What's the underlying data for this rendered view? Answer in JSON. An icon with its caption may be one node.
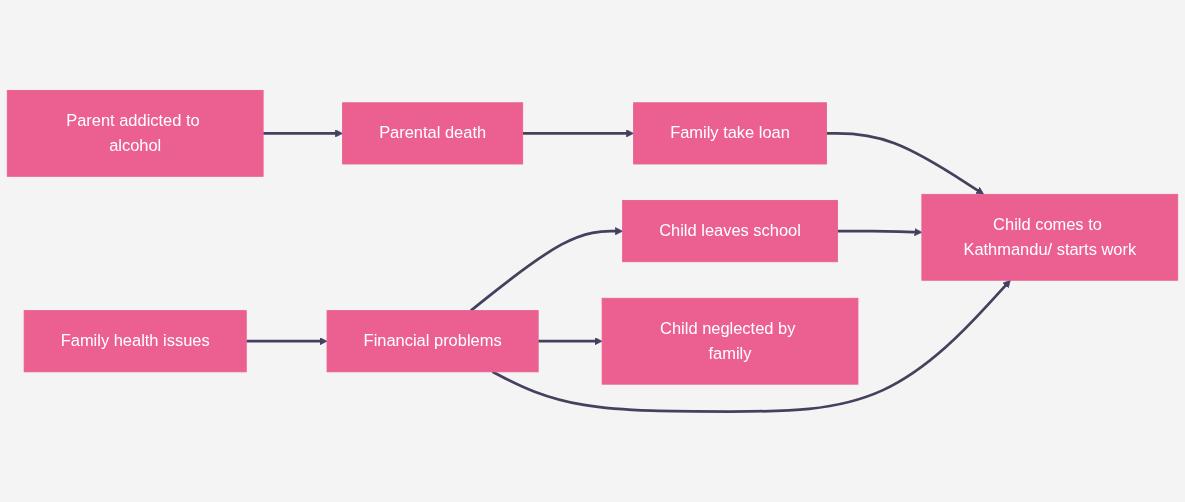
{
  "diagram": {
    "nodes": [
      {
        "text": [
          "Parent addicted to alcohol"
        ]
      },
      {
        "text": [
          "Parental death"
        ]
      },
      {
        "text": [
          "Family take loan"
        ]
      },
      {
        "text": [
          "Child leaves school"
        ]
      },
      {
        "text": [
          "Child neglected by family"
        ]
      },
      {
        "text": [
          "Family health issues"
        ]
      },
      {
        "text": [
          "Child comes to Kathmandu/ starts work"
        ]
      },
      {
        "text": [
          "Financial problems"
        ]
      }
    ],
    "edges": [
      {
        "from": 0,
        "to": 1,
        "arrow": "to"
      },
      {
        "from": 1,
        "to": 2,
        "arrow": "to"
      },
      {
        "from": 2,
        "to": 6,
        "arrow": "to"
      },
      {
        "from": 3,
        "to": 6,
        "arrow": "to"
      },
      {
        "from": 5,
        "to": 7,
        "arrow": "to"
      },
      {
        "from": 7,
        "to": 4,
        "arrow": "to"
      },
      {
        "from": 7,
        "to": 3,
        "arrow": "to"
      },
      {
        "from": 7,
        "to": 6,
        "arrow": "to"
      }
    ]
  }
}
